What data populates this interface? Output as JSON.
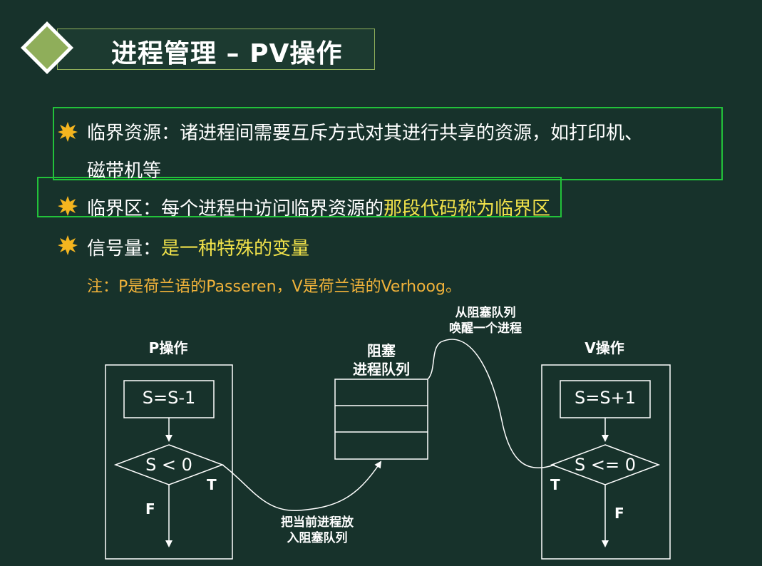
{
  "title": "进程管理 – PV操作",
  "bullets": [
    {
      "term": "临界资源：",
      "definition_line1": "诸进程间需要互斥方式对其进行共享的资源，如打印机、",
      "definition_line2": "磁带机等"
    },
    {
      "term": "临界区：",
      "definition_white": "每个进程中访问临界资源的",
      "definition_yellow": "那段代码称为临界区"
    },
    {
      "term": "信号量：",
      "definition_yellow": "是一种特殊的变量"
    }
  ],
  "note": "注：P是荷兰语的Passeren，V是荷兰语的Verhoog。",
  "diagram": {
    "p_operation": {
      "title": "P操作",
      "process_box": "S=S-1",
      "decision": "S < 0",
      "true_label": "T",
      "false_label": "F"
    },
    "blocked_queue": {
      "title_line1": "阻塞",
      "title_line2": "进程队列"
    },
    "v_operation": {
      "title": "V操作",
      "process_box": "S=S+1",
      "decision": "S <= 0",
      "true_label": "T",
      "false_label": "F"
    },
    "arrow_to_queue": {
      "line1": "把当前进程放",
      "line2": "入阻塞队列"
    },
    "arrow_from_queue": {
      "line1": "从阻塞队列",
      "line2": "唤醒一个进程"
    }
  },
  "colors": {
    "background": "#17322b",
    "title_diamond": "#8fae5a",
    "bullet_star": "#f4b51f",
    "highlight_box": "#22c23a",
    "yellow_text": "#f1e24a",
    "note_text": "#f0b23a"
  },
  "icons": {
    "bullet": "star-bullet-icon",
    "title_decoration": "diamond-icon"
  }
}
